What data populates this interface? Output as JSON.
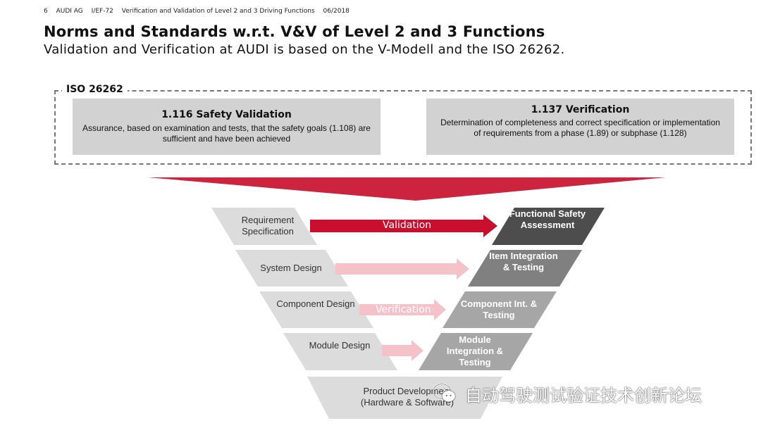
{
  "header": {
    "page_number": "6",
    "company": "AUDI AG",
    "department": "I/EF-72",
    "doc_title": "Verification and Validation of Level 2 and 3 Driving Functions",
    "date": "06/2018"
  },
  "title": "Norms and Standards w.r.t. V&V of Level 2 and 3 Functions",
  "subtitle": "Validation and Verification at AUDI is based on the V-Modell and the ISO 26262.",
  "iso": {
    "label": "ISO 26262",
    "validation": {
      "title": "1.116 Safety Validation",
      "text": "Assurance, based on examination and tests, that the safety goals (1.108) are sufficient and have been achieved"
    },
    "verification": {
      "title": "1.137 Verification",
      "text": "Determination of completeness and correct specification or implementation of requirements from a phase (1.89) or subphase (1.128)"
    }
  },
  "vmodel": {
    "left": [
      "Requirement Specification",
      "System Design",
      "Component Design",
      "Module Design",
      "Product Development (Hardware & Software)"
    ],
    "right": [
      "Functional Safety Assessment",
      "Item Integration & Testing",
      "Component Int. & Testing",
      "Module Integration & Testing"
    ],
    "validation_label": "Validation",
    "verification_label": "Verification"
  },
  "colors": {
    "audi_red": "#c8102e",
    "light_red": "#f6c2ca",
    "box_gray": "#d2d2d2",
    "left_shape": "#dcdcdc",
    "right_dark": "#4d4d4d",
    "right_mid": "#808080",
    "right_light": "#a6a6a6"
  },
  "watermark": "自动驾驶测试验证技术创新论坛"
}
